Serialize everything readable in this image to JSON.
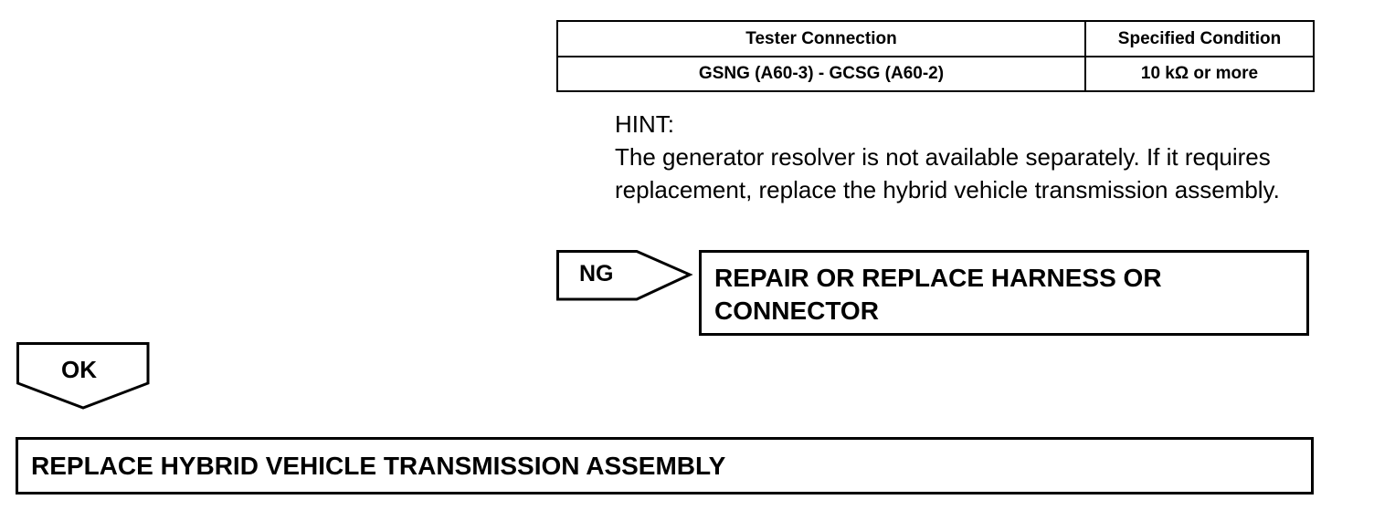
{
  "table": {
    "headers": [
      "Tester Connection",
      "Specified Condition"
    ],
    "rows": [
      [
        "GSNG (A60-3) - GCSG (A60-2)",
        "10 kΩ or more"
      ]
    ]
  },
  "hint": {
    "title": "HINT:",
    "body": "The generator resolver is not available separately. If it requires replacement, replace the hybrid vehicle transmission assembly."
  },
  "ng_branch": {
    "label": "NG",
    "action": "REPAIR OR REPLACE HARNESS OR CONNECTOR"
  },
  "ok_branch": {
    "label": "OK",
    "action": "REPLACE HYBRID VEHICLE TRANSMISSION ASSEMBLY"
  }
}
